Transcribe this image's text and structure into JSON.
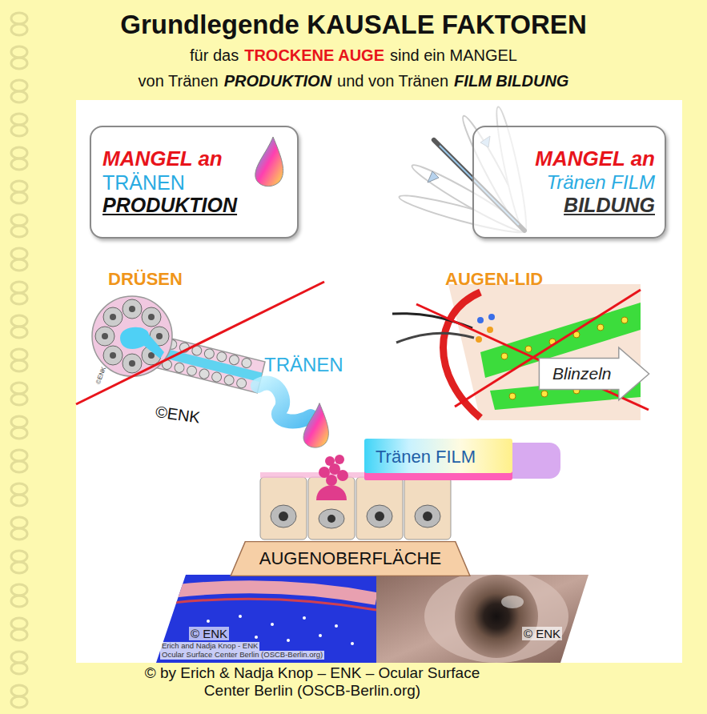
{
  "diagram": {
    "title": "Grundlegende KAUSALE FAKTOREN",
    "caption": "© by Erich & Nadja Knop – ENK – Ocular Surface Center Berlin (OSCB-Berlin.org)",
    "nodes": [
      {
        "text": [
          "MANGEL an",
          "TRÄNEN",
          "PRODUKTION"
        ]
      },
      {
        "text": [
          "MANGEL an",
          "Tränen FILM",
          "BILDUNG"
        ]
      },
      {
        "text": [
          "Blinzeln"
        ]
      },
      {
        "text": [
          "Tränen FILM"
        ]
      },
      {
        "text": [
          "AUGENOBERFLÄCHE"
        ]
      }
    ],
    "labels": [
      "für das",
      "TROCKENE AUGE",
      "sind ein MANGEL",
      "von Tränen",
      "PRODUKTION",
      "und von Tränen",
      "FILM BILDUNG",
      "DRÜSEN",
      "TRÄNEN",
      "©ENK",
      "©ENK",
      "AUGEN-LID",
      "© ENK",
      "© ENK",
      "Erich and Nadja Knop - ENK",
      "Ocular Surface Center Berlin (OSCB-Berlin.org)"
    ]
  }
}
